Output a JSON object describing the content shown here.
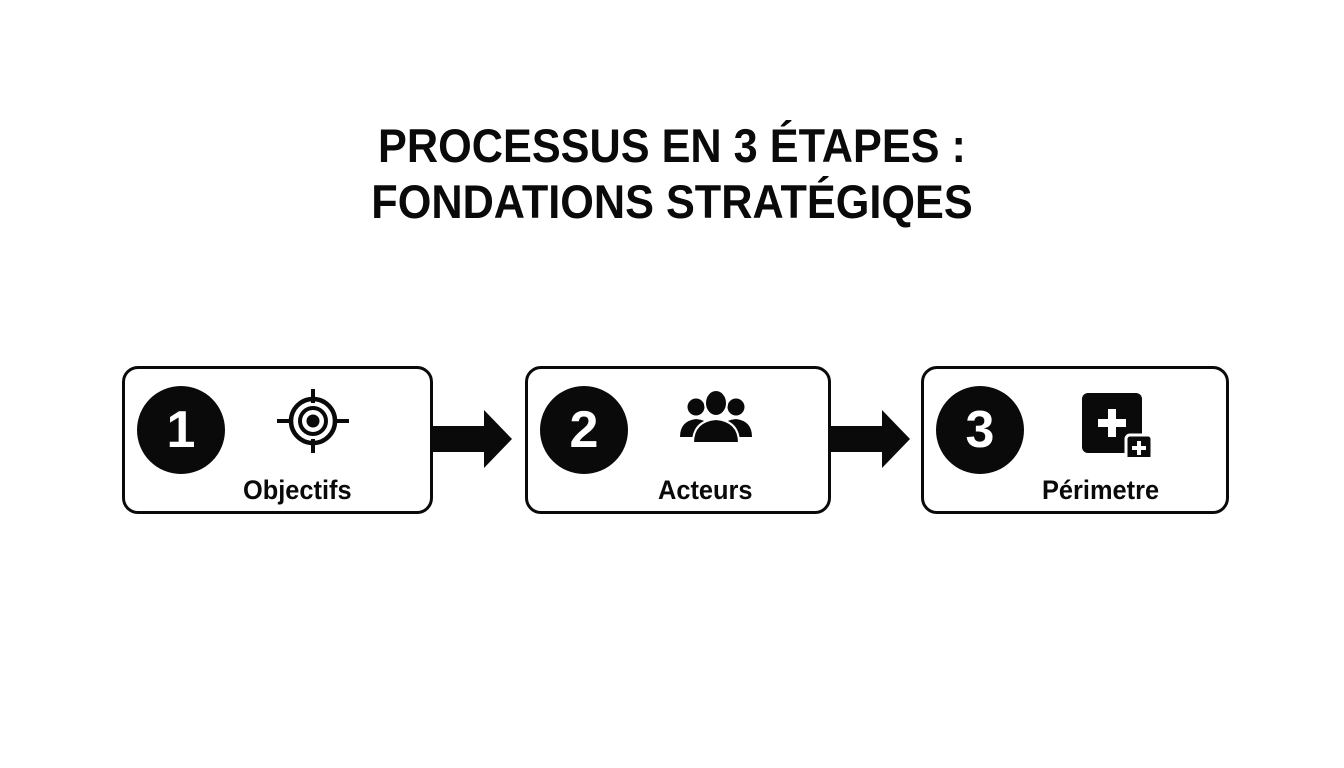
{
  "title": {
    "line1": "PROCESSUS EN 3 ÉTAPES :",
    "line2": "FONDATIONS STRATÉGIQES"
  },
  "steps": [
    {
      "number": "1",
      "label": "Objectifs",
      "icon": "target-icon"
    },
    {
      "number": "2",
      "label": "Acteurs",
      "icon": "people-group-icon"
    },
    {
      "number": "3",
      "label": "Périmetre",
      "icon": "add-square-icon"
    }
  ],
  "colors": {
    "ink": "#0a0a0a",
    "background": "#ffffff"
  }
}
